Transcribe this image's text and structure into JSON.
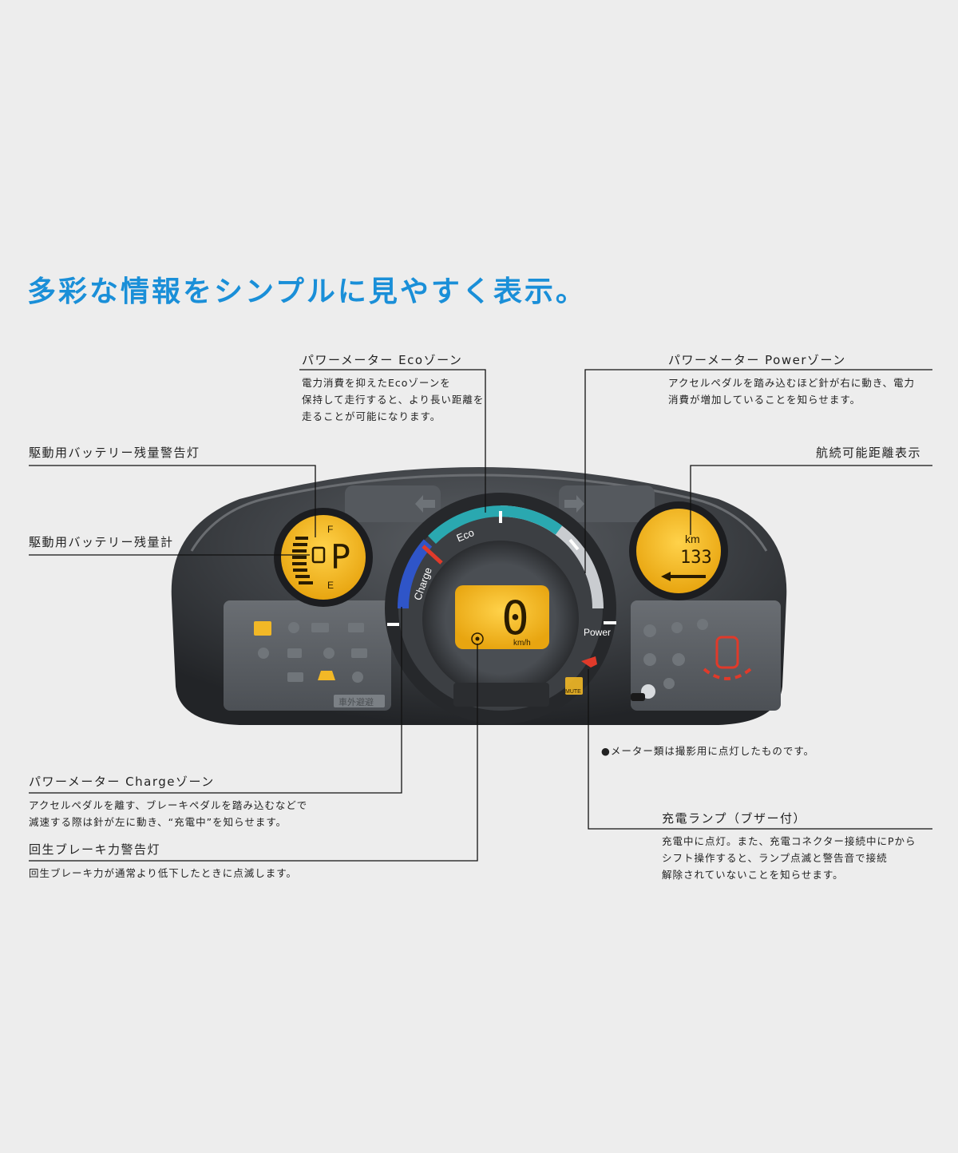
{
  "headline": "多彩な情報をシンプルに見やすく表示。",
  "callouts": {
    "eco": {
      "title": "パワーメーター Ecoゾーン",
      "desc": "電力消費を抑えたEcoゾーンを\n保持して走行すると、より長い距離を\n走ることが可能になります。"
    },
    "power": {
      "title": "パワーメーター Powerゾーン",
      "desc": "アクセルペダルを踏み込むほど針が右に動き、電力\n消費が増加していることを知らせます。"
    },
    "battery_warning": {
      "title": "駆動用バッテリー残量警告灯"
    },
    "battery_gauge": {
      "title": "駆動用バッテリー残量計"
    },
    "range": {
      "title": "航続可能距離表示"
    },
    "charge": {
      "title": "パワーメーター Chargeゾーン",
      "desc": "アクセルペダルを離す、ブレーキペダルを踏み込むなどで\n減速する際は針が左に動き、“充電中”を知らせます。"
    },
    "regen": {
      "title": "回生ブレーキ力警告灯",
      "desc": "回生ブレーキ力が通常より低下したときに点滅します。"
    },
    "charge_lamp": {
      "title": "充電ランプ（ブザー付）",
      "desc": "充電中に点灯。また、充電コネクター接続中にPから\nシフト操作すると、ランプ点滅と警告音で接続\n解除されていないことを知らせます。"
    }
  },
  "note": "●メーター類は撮影用に点灯したものです。",
  "dashboard": {
    "speed": "0",
    "speed_unit": "km/h",
    "range_unit": "km",
    "range_value": "133",
    "gear": "P",
    "fuel_full": "F",
    "fuel_empty": "E",
    "arc_eco": "Eco",
    "arc_charge": "Charge",
    "arc_power": "Power",
    "evac_label": "車外避避",
    "mute_label": "MUTE",
    "colors": {
      "lcd": "#f2b826",
      "eco": "#2aa8b0",
      "charge": "#2f55c8",
      "warn": "#e03a2a",
      "headline": "#1a8fd8"
    }
  }
}
